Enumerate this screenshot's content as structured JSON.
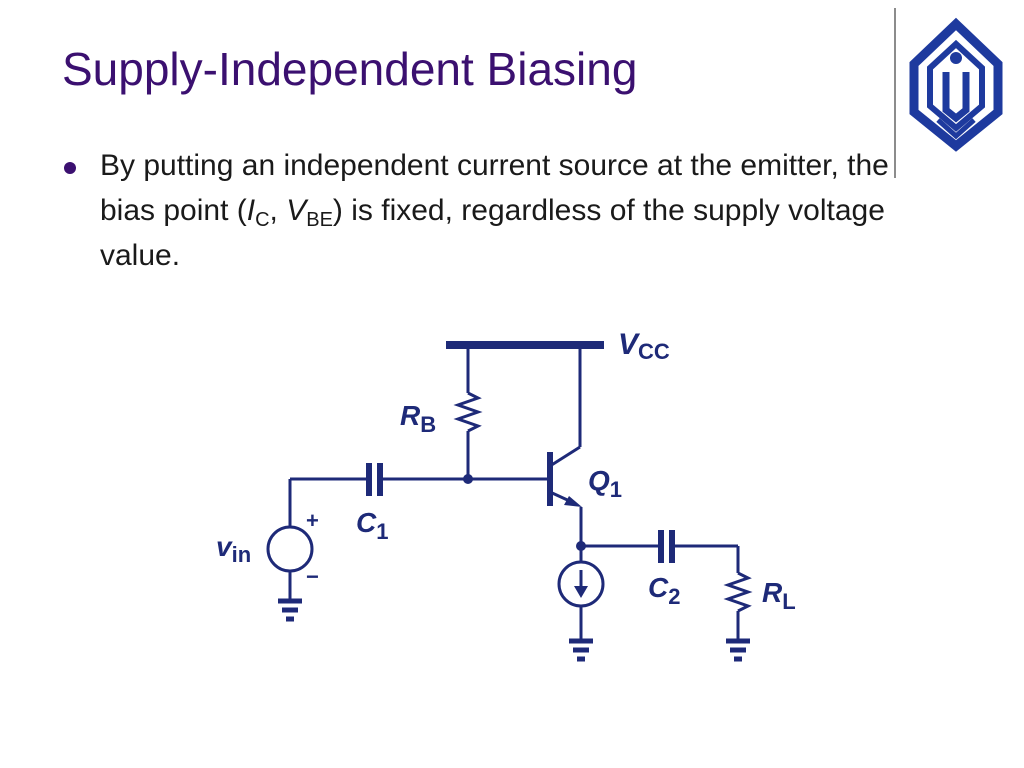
{
  "slide": {
    "title": "Supply-Independent Biasing",
    "bullet": {
      "part1": "By putting an independent current source at the emitter, the bias point (",
      "ic_letter": "I",
      "ic_sub": "C",
      "comma": ", ",
      "vbe_letter": "V",
      "vbe_sub": "BE",
      "part2": ")  is fixed, regardless of the supply voltage value."
    }
  },
  "circuit": {
    "labels": {
      "vcc_letter": "V",
      "vcc_sub": "CC",
      "rb_letter": "R",
      "rb_sub": "B",
      "q_letter": "Q",
      "q_sub": "1",
      "c1_letter": "C",
      "c1_sub": "1",
      "c2_letter": "C",
      "c2_sub": "2",
      "rl_letter": "R",
      "rl_sub": "L",
      "vin_letter": "v",
      "vin_sub": "in",
      "plus": "+",
      "minus": "−"
    }
  },
  "colors": {
    "title": "#3b1070",
    "circuit": "#1e2a78",
    "logo": "#1e3a9e"
  }
}
